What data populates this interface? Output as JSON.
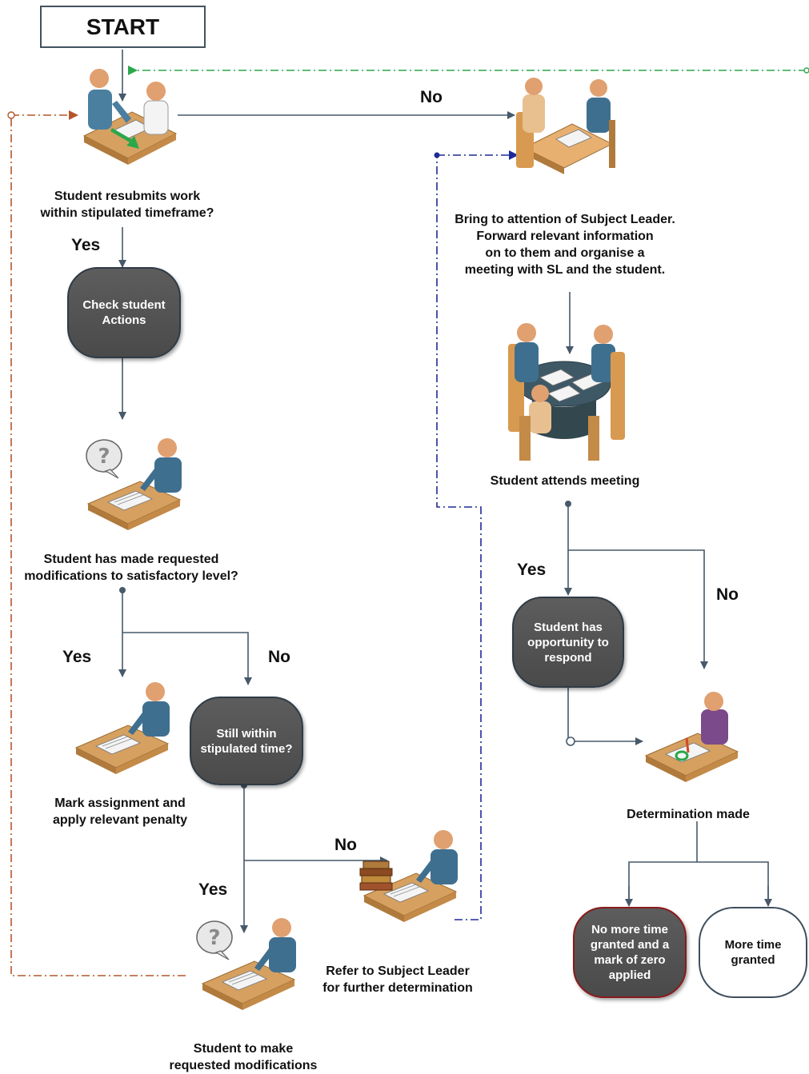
{
  "start": "START",
  "labels": {
    "resubmit": [
      "Student resubmits work",
      "within stipulated timeframe?"
    ],
    "bring_sl": [
      "Bring to attention of Subject Leader.",
      "Forward relevant information",
      "on to them and organise a",
      "meeting with SL and the student."
    ],
    "attends": [
      "Student attends meeting"
    ],
    "modified": [
      "Student has made requested",
      "modifications to satisfactory level?"
    ],
    "mark": [
      "Mark assignment and",
      "apply relevant penalty"
    ],
    "determination": [
      "Determination made"
    ],
    "refer": [
      "Refer to Subject Leader",
      "for further determination"
    ],
    "to_make": [
      "Student to make",
      "requested modifications"
    ]
  },
  "boxes": {
    "check_actions": [
      "Check student",
      "Actions"
    ],
    "still_within": [
      "Still within",
      "stipulated time?"
    ],
    "opportunity": [
      "Student has",
      "opportunity to",
      "respond"
    ],
    "no_more_time": [
      "No more time",
      "granted and a",
      "mark of zero",
      "applied"
    ],
    "more_time": [
      "More time",
      "granted"
    ]
  },
  "answers": {
    "top_no": "No",
    "yes_1": "Yes",
    "yes_2": "Yes",
    "no_2": "No",
    "yes_3": "Yes",
    "no_3": "No",
    "yes_right": "Yes",
    "no_right": "No"
  },
  "colors": {
    "line": "#47596a",
    "dash_green": "#2aa84a",
    "dash_orange": "#b4562a",
    "dash_blue": "#1f2a9a",
    "skin": "#e0a070",
    "shirt_blue": "#3f6f8f",
    "shirt_purple": "#7b4a8a",
    "desk": "#d6a060"
  }
}
